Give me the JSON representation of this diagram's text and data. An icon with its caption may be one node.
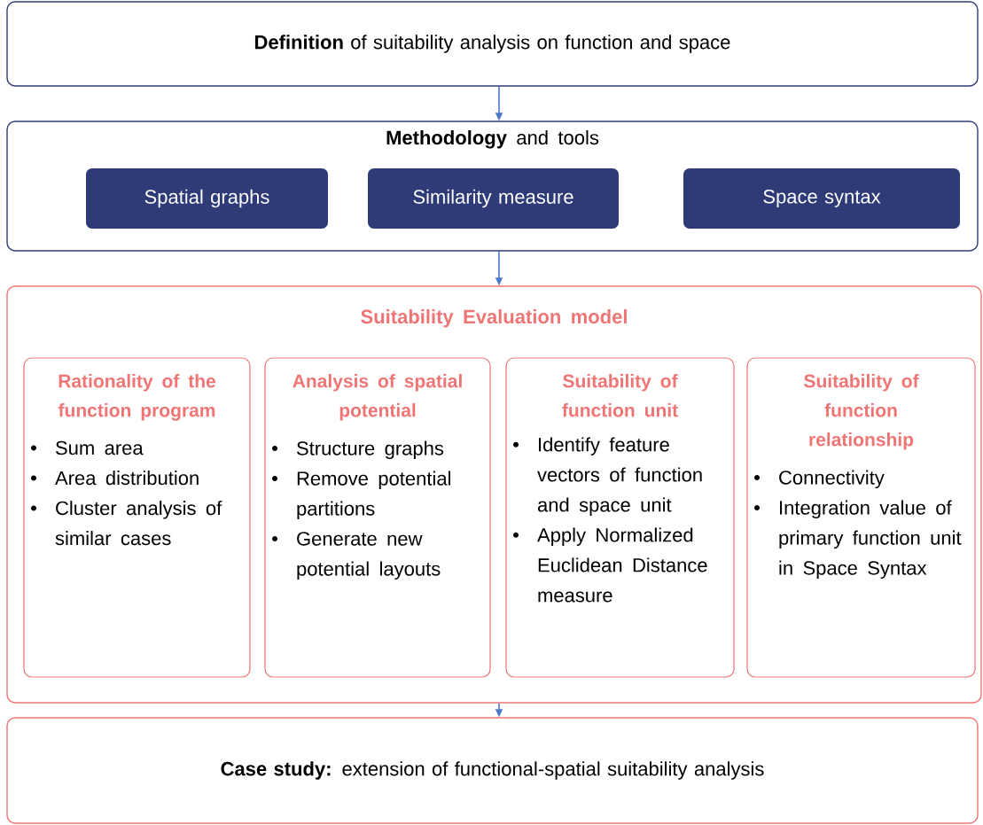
{
  "diagram": {
    "nodes": [
      {
        "text": [
          "**Definition** of suitability analysis on function and space"
        ]
      },
      {
        "text": [
          "**Methodology** and tools"
        ]
      },
      {
        "text": [
          "Spatial graphs"
        ],
        "in": 1
      },
      {
        "text": [
          "Similarity measure"
        ],
        "in": 1
      },
      {
        "text": [
          "Space syntax"
        ],
        "in": 1
      },
      {
        "text": [
          "Suitability Evaluation model"
        ]
      },
      {
        "text": [
          "Rationality of the function program",
          "Sum area",
          "Area distribution",
          "Cluster analysis of similar cases"
        ],
        "in": 5
      },
      {
        "text": [
          "Analysis of spatial potential",
          "Structure graphs",
          "Remove potential partitions",
          "Generate new potential layouts"
        ],
        "in": 5
      },
      {
        "text": [
          "Suitability of function unit",
          "Identify feature vectors of function and space unit",
          "Apply Normalized Euclidean Distance measure"
        ],
        "in": 5
      },
      {
        "text": [
          "Suitability of function relationship",
          "Connectivity",
          "Integration value of primary function unit in Space Syntax"
        ],
        "in": 5
      },
      {
        "text": [
          "**Case study:** extension of functional-spatial suitability analysis"
        ]
      }
    ],
    "edges": [
      {
        "from": 0,
        "to": 1,
        "arrow": "to"
      },
      {
        "from": 1,
        "to": 5,
        "arrow": "to"
      },
      {
        "from": 5,
        "to": 10,
        "arrow": "to"
      }
    ]
  }
}
